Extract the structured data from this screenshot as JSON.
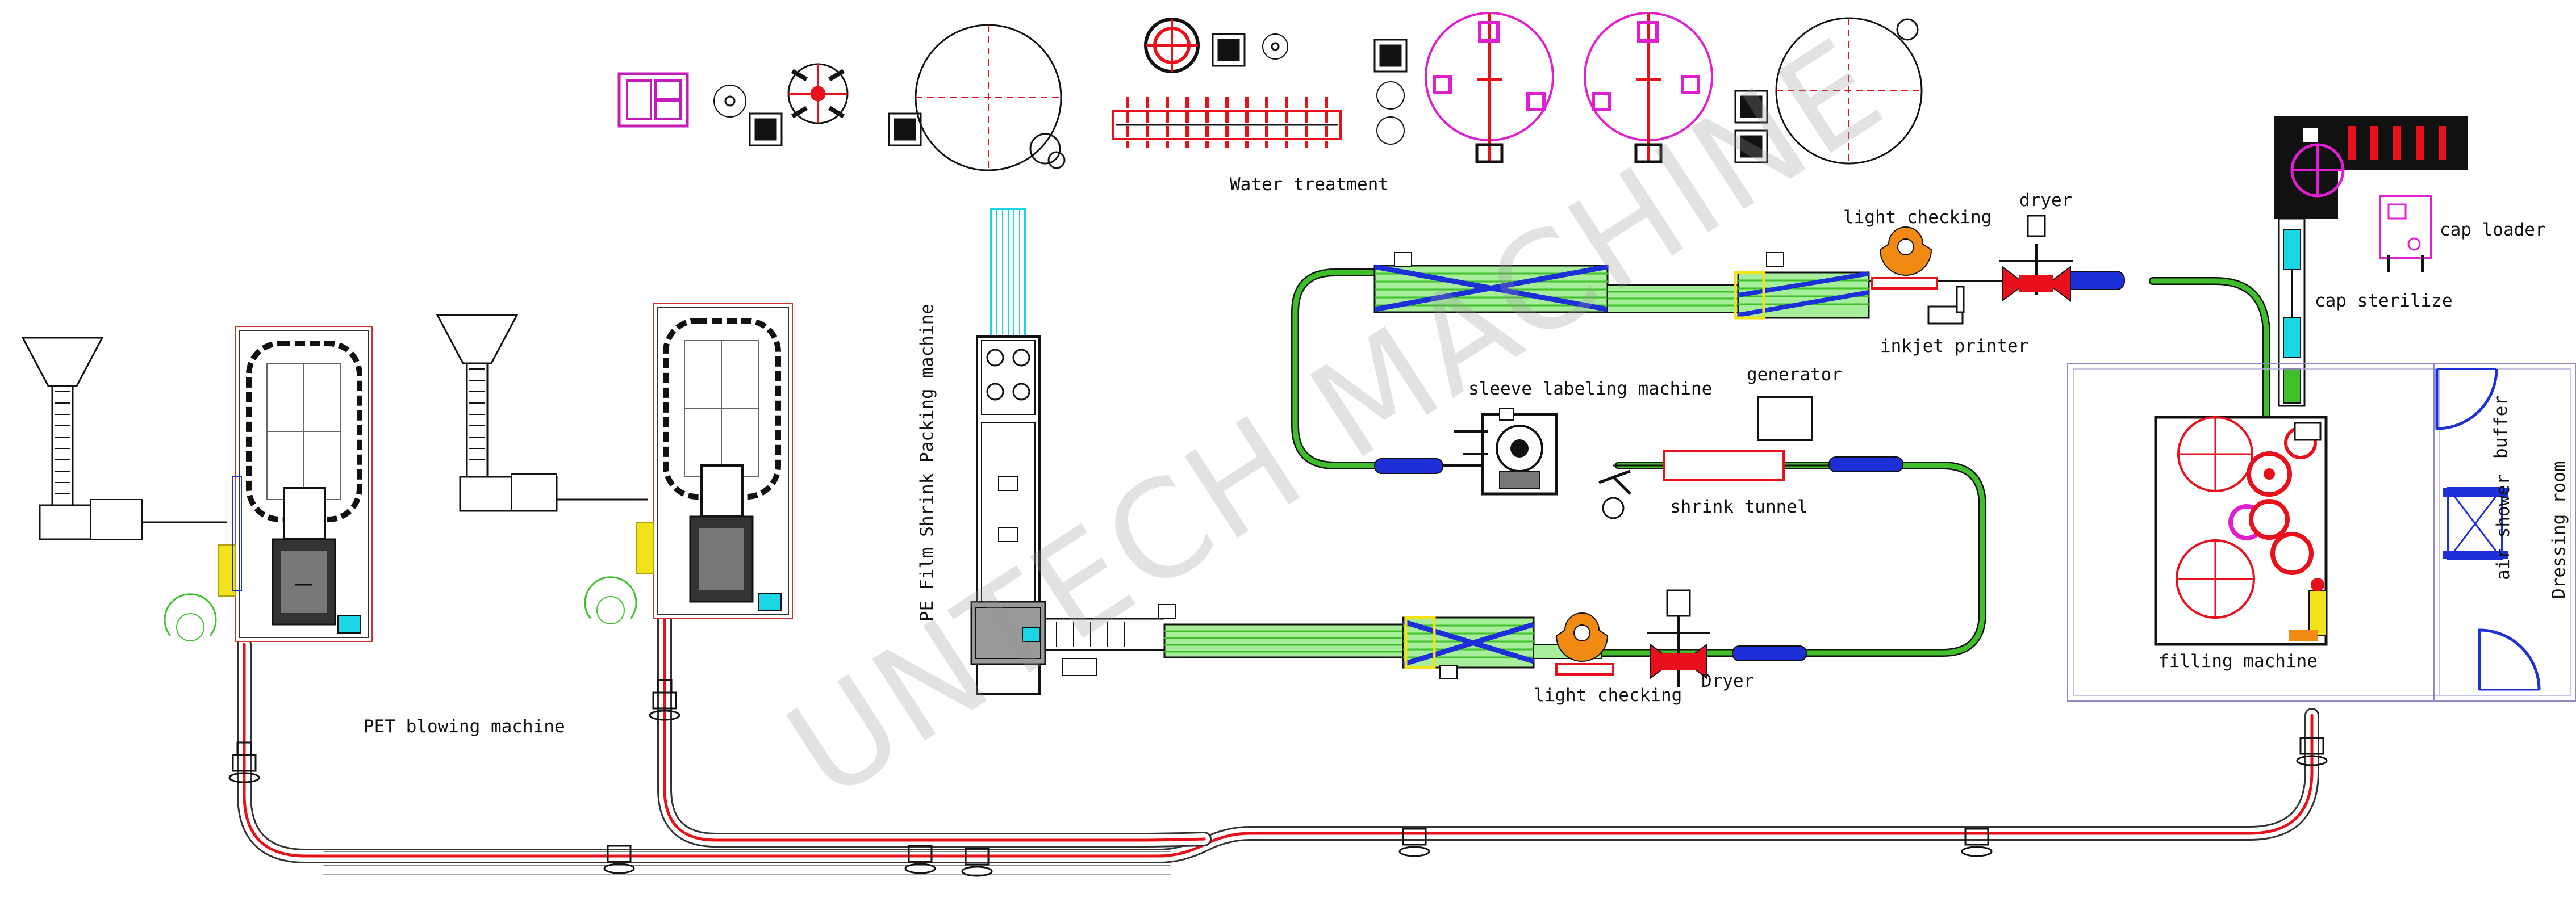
{
  "labels": {
    "water_treatment": "Water treatment",
    "light_checking_top": "light checking",
    "dryer_top": "dryer",
    "cap_loader": "cap loader",
    "cap_sterilize": "cap sterilize",
    "inkjet_printer": "inkjet printer",
    "sleeve_labeling_machine": "sleeve labeling machine",
    "generator": "generator",
    "shrink_tunnel": "shrink tunnel",
    "pe_film_shrink_packing_machine": "PE Film Shrink Packing machine",
    "pet_blowing_machine": "PET blowing machine",
    "light_checking_bottom": "light checking",
    "dryer_bottom": "Dryer",
    "filling_machine": "filling machine",
    "buffer": "buffer",
    "air_shower": "air shower",
    "dressing_room": "Dressing room"
  },
  "watermark": "UNTECH MACHINE",
  "colors": {
    "conveyor_green": "#3fbf2a",
    "conveyor_red": "#e8101a",
    "blue": "#1d2fd6",
    "magenta": "#e020d0",
    "orange": "#f08a12",
    "cyan": "#19d5e6",
    "dark": "#111111",
    "yellow": "#f2e21a"
  }
}
